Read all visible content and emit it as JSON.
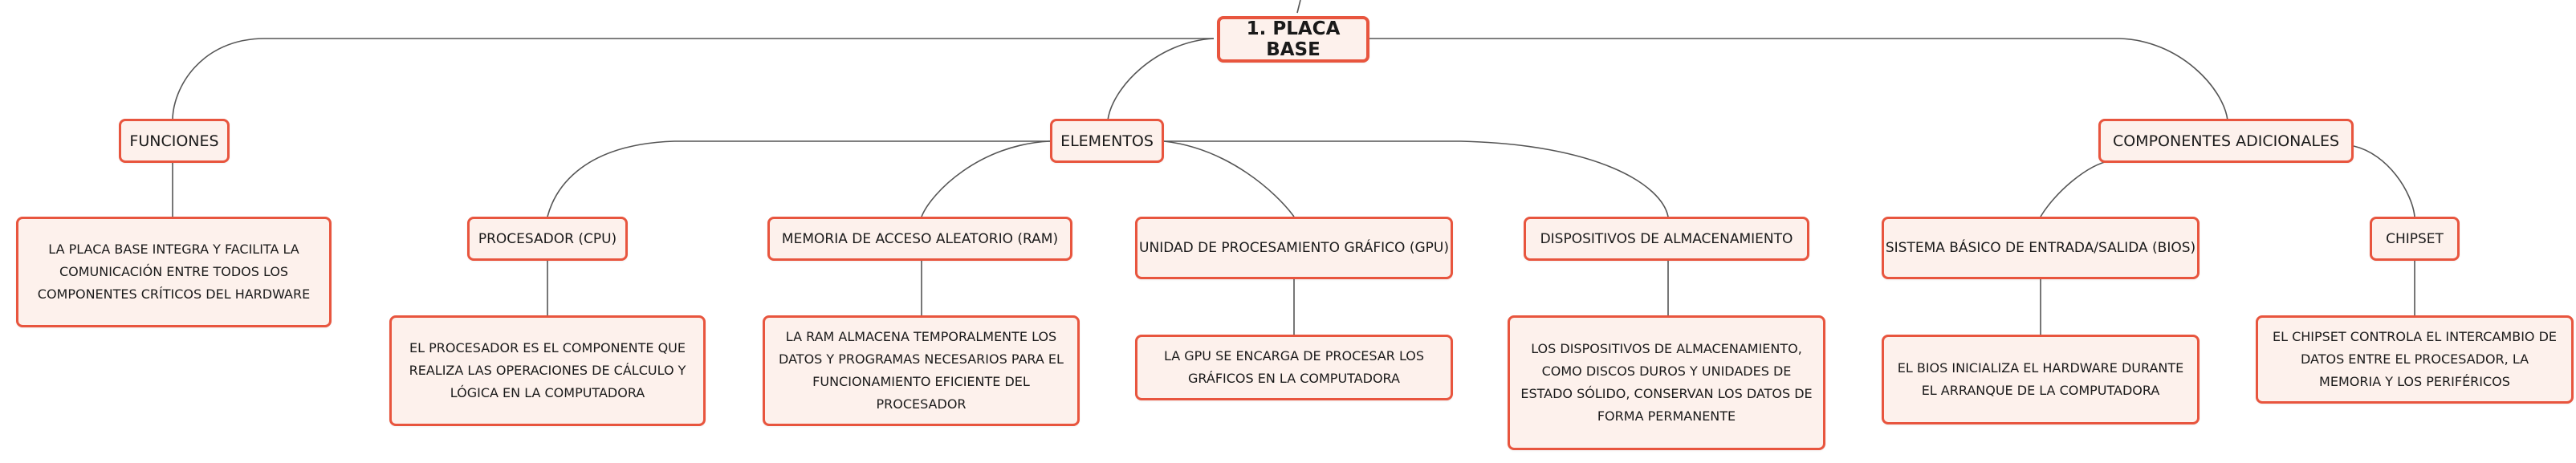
{
  "root": {
    "label": "1. PLACA BASE"
  },
  "branches": [
    {
      "label": "FUNCIONES",
      "description": "LA PLACA BASE INTEGRA Y FACILITA LA COMUNICACIÓN ENTRE TODOS LOS COMPONENTES CRÍTICOS DEL HARDWARE"
    },
    {
      "label": "ELEMENTOS",
      "children": [
        {
          "label": "PROCESADOR (CPU)",
          "description": "EL PROCESADOR ES EL COMPONENTE QUE REALIZA LAS OPERACIONES DE CÁLCULO Y LÓGICA EN LA COMPUTADORA"
        },
        {
          "label": "MEMORIA DE ACCESO ALEATORIO (RAM)",
          "description": "LA RAM ALMACENA TEMPORALMENTE LOS DATOS Y PROGRAMAS NECESARIOS PARA EL FUNCIONAMIENTO EFICIENTE DEL PROCESADOR"
        },
        {
          "label": "UNIDAD DE PROCESAMIENTO GRÁFICO (GPU)",
          "description": "LA GPU SE ENCARGA DE PROCESAR LOS GRÁFICOS EN LA COMPUTADORA"
        },
        {
          "label": "DISPOSITIVOS DE ALMACENAMIENTO",
          "description": "LOS DISPOSITIVOS DE ALMACENAMIENTO, COMO DISCOS DUROS Y UNIDADES DE ESTADO SÓLIDO, CONSERVAN LOS DATOS DE FORMA PERMANENTE"
        }
      ]
    },
    {
      "label": "COMPONENTES ADICIONALES",
      "children": [
        {
          "label": "SISTEMA BÁSICO DE ENTRADA/SALIDA (BIOS)",
          "description": "EL BIOS INICIALIZA EL HARDWARE DURANTE EL ARRANQUE DE LA COMPUTADORA"
        },
        {
          "label": "CHIPSET",
          "description": "EL CHIPSET CONTROLA EL INTERCAMBIO DE DATOS ENTRE EL PROCESADOR, LA MEMORIA Y LOS PERIFÉRICOS"
        }
      ]
    }
  ],
  "colors": {
    "node_border": "#e8553e",
    "node_fill": "#fdf1ec",
    "connector": "#555555",
    "text": "#1a1a1a"
  }
}
